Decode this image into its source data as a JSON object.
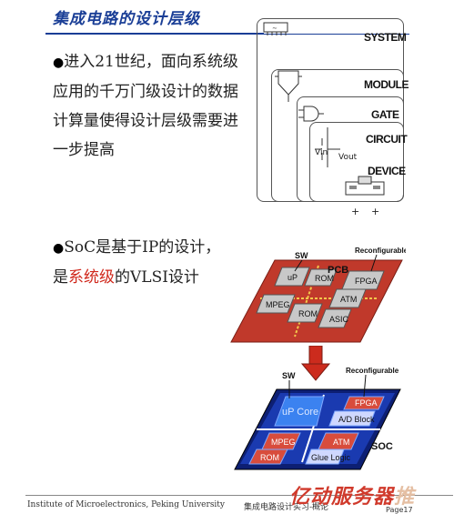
{
  "slide": {
    "title": "集成电路的设计层级",
    "bullet1": {
      "marker": "●",
      "text": "进入21世纪，面向系统级应用的千万门级设计的数据计算量使得设计层级需要进一步提高"
    },
    "bullet2": {
      "marker": "●",
      "text_before": "SoC是基于IP的设计，是",
      "text_red": "系统级",
      "text_after": "的VLSI设计"
    }
  },
  "hierarchy": {
    "levels": [
      "SYSTEM",
      "MODULE",
      "GATE",
      "CIRCUIT",
      "DEVICE"
    ],
    "circuit_labels": {
      "vin": "Vin",
      "vout": "Vout"
    },
    "device_marks": [
      "+",
      "+"
    ]
  },
  "pcb": {
    "label": "PCB",
    "sw": "SW",
    "reconfigurable": "Reconfigurable",
    "blocks": [
      "uP",
      "ROM",
      "FPGA",
      "MPEG",
      "ROM",
      "ATM",
      "ASIC"
    ]
  },
  "soc": {
    "label": "SOC",
    "sw": "SW",
    "reconfigurable": "Reconfigurable",
    "blocks": [
      "uP Core",
      "FPGA",
      "A/D Block",
      "MPEG",
      "ATM",
      "ROM",
      "Glue Logic"
    ]
  },
  "footer": {
    "left": "Institute of Microelectronics, Peking University",
    "mid": "集成电路设计实习-概论",
    "page": "Page17"
  },
  "watermark": {
    "logo": "亿动服务器",
    "logo_tail": "推"
  },
  "colors": {
    "title": "#1a3e96",
    "highlight": "#d0281c",
    "pcb_board": "#c0392b",
    "soc_board": "#1a3ab0",
    "arrow": "#cc2b1d"
  }
}
